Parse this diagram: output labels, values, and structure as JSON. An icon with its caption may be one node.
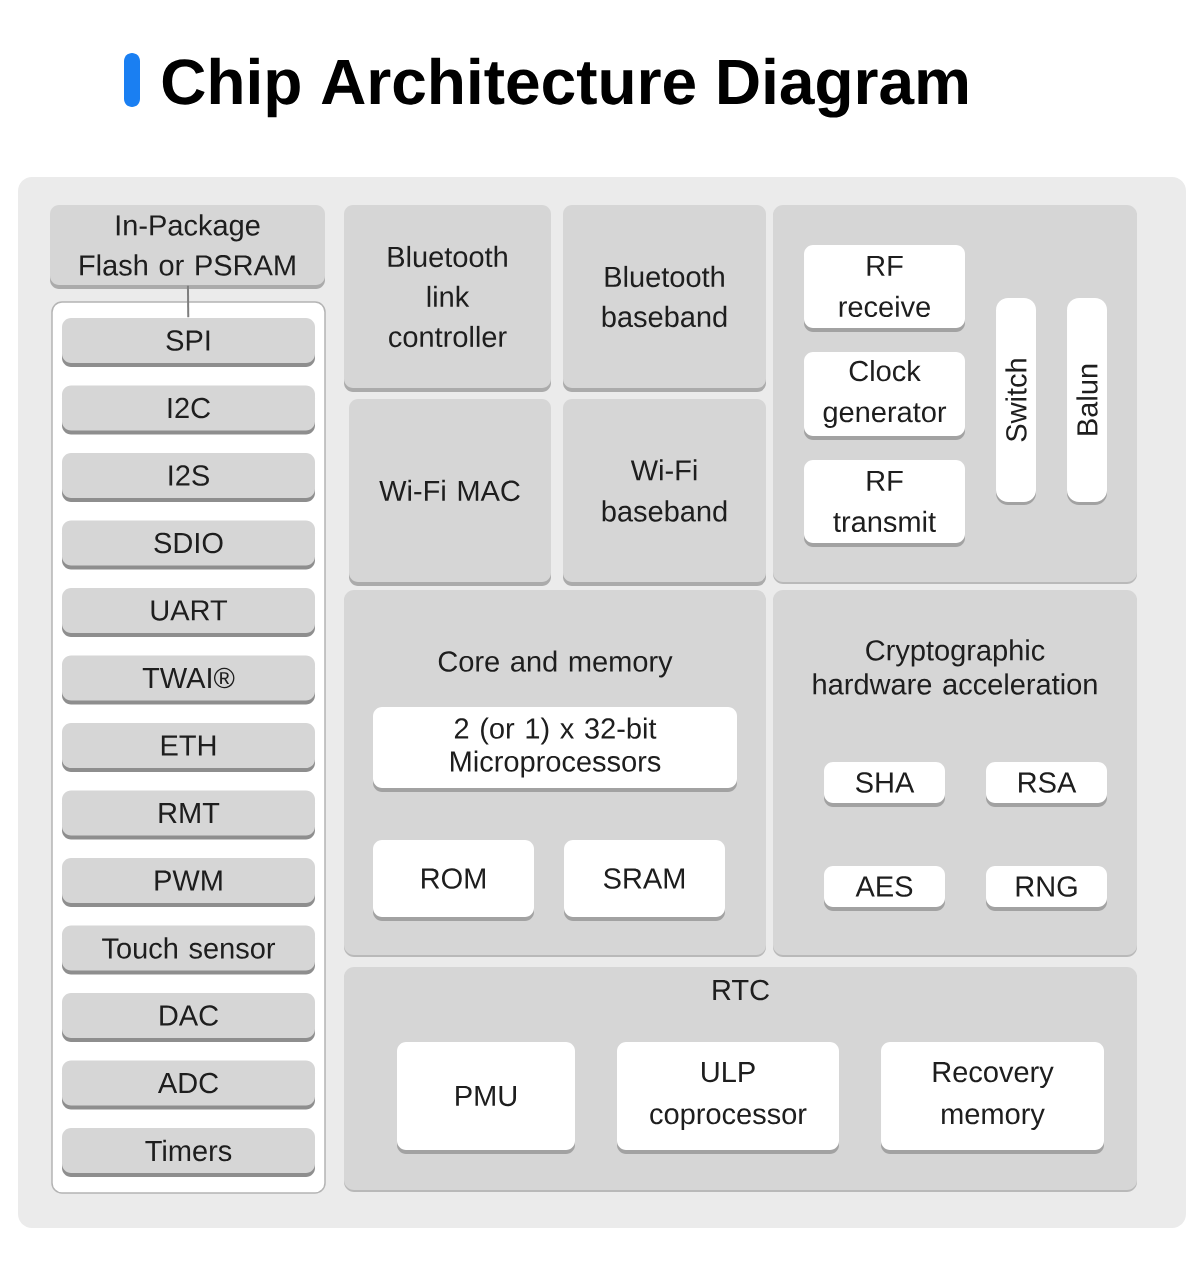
{
  "diagram": {
    "title": "Chip Architecture Diagram",
    "nodes": [
      {
        "text": [
          "In-Package Flash or PSRAM"
        ]
      },
      {
        "text": [],
        "shape": "box"
      },
      {
        "text": [
          "SPI"
        ],
        "in": 1
      },
      {
        "text": [
          "I2C"
        ],
        "in": 1
      },
      {
        "text": [
          "I2S"
        ],
        "in": 1
      },
      {
        "text": [
          "SDIO"
        ],
        "in": 1
      },
      {
        "text": [
          "UART"
        ],
        "in": 1
      },
      {
        "text": [
          "TWAI®"
        ],
        "in": 1
      },
      {
        "text": [
          "ETH"
        ],
        "in": 1
      },
      {
        "text": [
          "RMT"
        ],
        "in": 1
      },
      {
        "text": [
          "PWM"
        ],
        "in": 1
      },
      {
        "text": [
          "Touch sensor"
        ],
        "in": 1
      },
      {
        "text": [
          "DAC"
        ],
        "in": 1
      },
      {
        "text": [
          "ADC"
        ],
        "in": 1
      },
      {
        "text": [
          "Timers"
        ],
        "in": 1
      },
      {
        "text": [
          "Bluetooth link controller"
        ]
      },
      {
        "text": [
          "Bluetooth baseband"
        ]
      },
      {
        "text": [
          "Wi-Fi MAC"
        ]
      },
      {
        "text": [
          "Wi-Fi baseband"
        ]
      },
      {
        "text": [],
        "shape": "box"
      },
      {
        "text": [
          "RF receive"
        ],
        "in": 19
      },
      {
        "text": [
          "Clock generator"
        ],
        "in": 19
      },
      {
        "text": [
          "RF transmit"
        ],
        "in": 19
      },
      {
        "text": [
          "Switch"
        ],
        "in": 19
      },
      {
        "text": [
          "Balun"
        ],
        "in": 19
      },
      {
        "text": [
          "Core and memory"
        ]
      },
      {
        "text": [
          "2 (or 1) x 32-bit Microprocessors"
        ],
        "in": 25
      },
      {
        "text": [
          "ROM"
        ],
        "in": 25
      },
      {
        "text": [
          "SRAM"
        ],
        "in": 25
      },
      {
        "text": [
          "Cryptographic hardware acceleration"
        ]
      },
      {
        "text": [
          "SHA"
        ],
        "in": 29
      },
      {
        "text": [
          "RSA"
        ],
        "in": 29
      },
      {
        "text": [
          "AES"
        ],
        "in": 29
      },
      {
        "text": [
          "RNG"
        ],
        "in": 29
      },
      {
        "text": [
          "RTC"
        ]
      },
      {
        "text": [
          "PMU"
        ],
        "in": 34
      },
      {
        "text": [
          "ULP coprocessor"
        ],
        "in": 34
      },
      {
        "text": [
          "Recovery memory"
        ],
        "in": 34
      }
    ],
    "edges": [
      {
        "from": 0,
        "to": 2,
        "arrow": "none"
      }
    ]
  }
}
